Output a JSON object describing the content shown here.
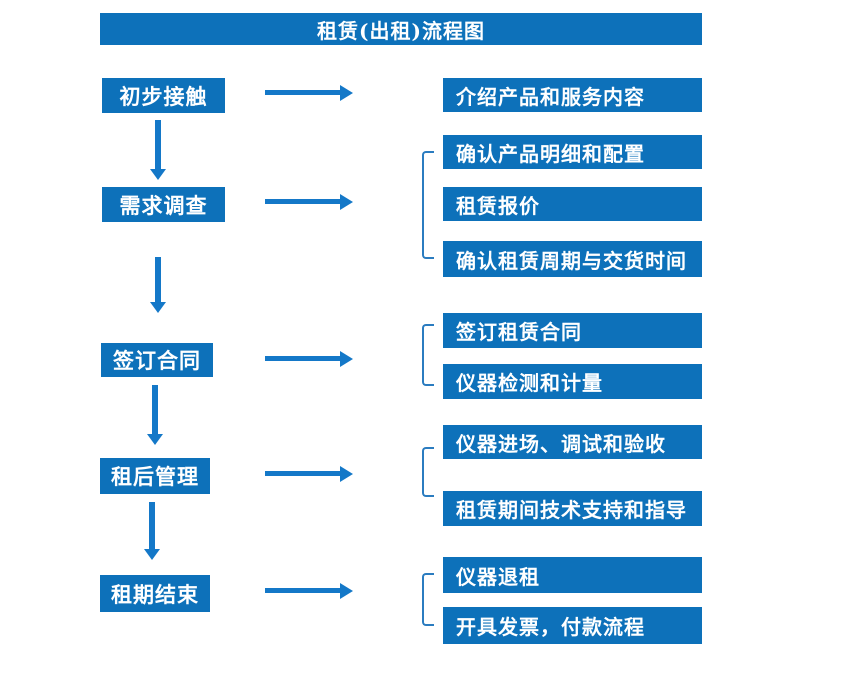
{
  "title": "租赁(出租)流程图",
  "colors": {
    "box_blue": "#0d71ba",
    "arrow_blue": "#1478c8",
    "bracket_blue": "#2b7cc0",
    "text_white": "#ffffff"
  },
  "steps": [
    {
      "label": "初步接触",
      "details": [
        "介绍产品和服务内容"
      ]
    },
    {
      "label": "需求调查",
      "details": [
        "确认产品明细和配置",
        "租赁报价",
        "确认租赁周期与交货时间"
      ]
    },
    {
      "label": "签订合同",
      "details": [
        "签订租赁合同",
        "仪器检测和计量"
      ]
    },
    {
      "label": "租后管理",
      "details": [
        "仪器进场、调试和验收",
        "租赁期间技术支持和指导"
      ]
    },
    {
      "label": "租期结束",
      "details": [
        "仪器退租",
        "开具发票，付款流程"
      ]
    }
  ]
}
